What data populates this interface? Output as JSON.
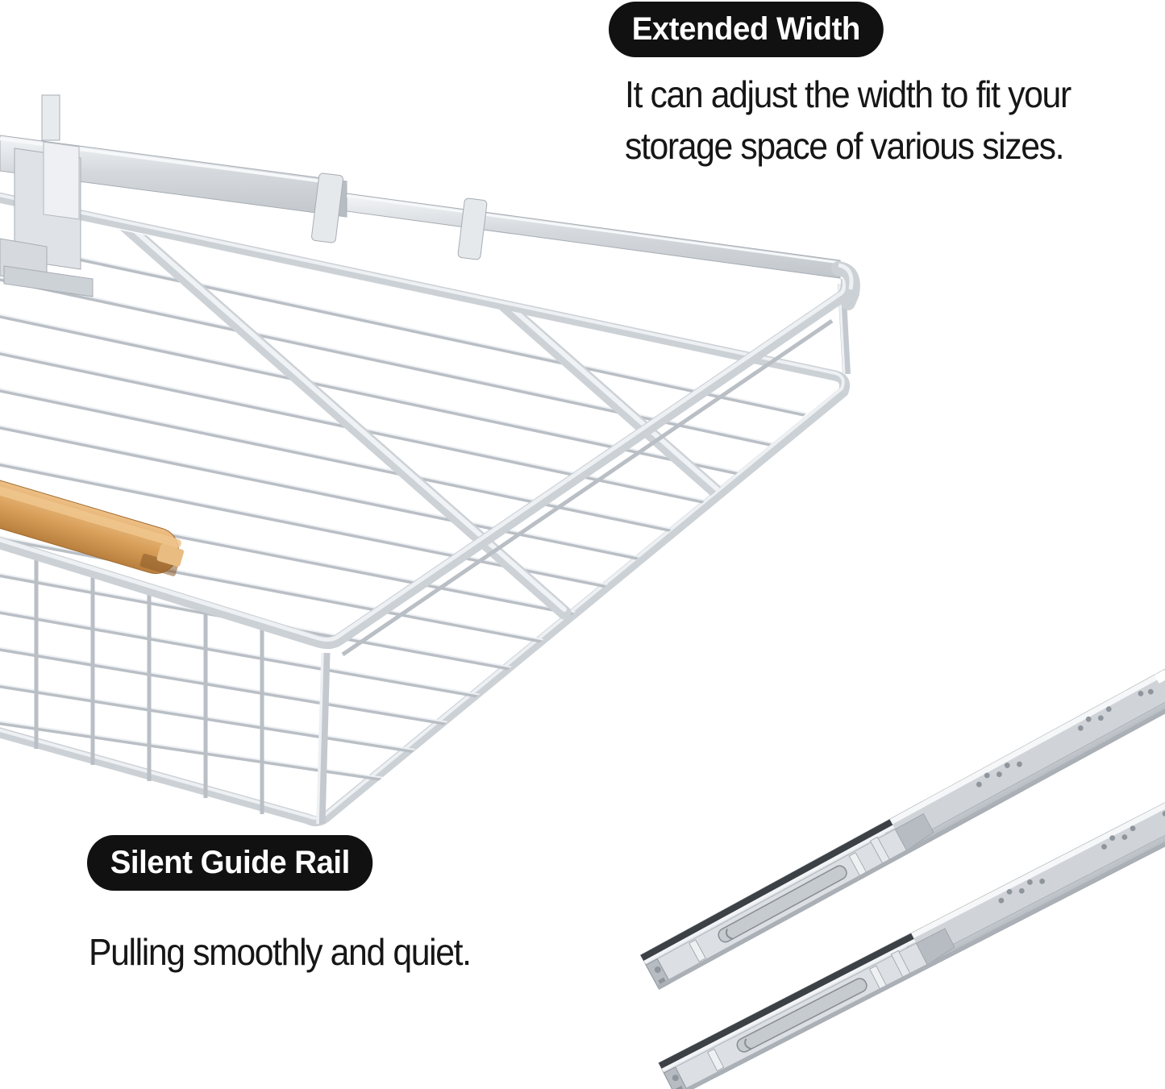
{
  "image_type": "product feature image",
  "colors": {
    "background": "#ffffff",
    "badge_bg": "#111111",
    "badge_text": "#ffffff",
    "body_text": "#161616",
    "metal_light": "#f3f5f7",
    "metal_mid": "#d5d9dd",
    "metal_dark": "#a6adb4",
    "wood_mid": "#d9a05b"
  },
  "callouts": [
    {
      "id": "extended-width",
      "badge": "Extended Width",
      "lines": [
        "It can adjust the width to fit your",
        "storage space of various sizes."
      ]
    },
    {
      "id": "silent-guide-rail",
      "badge": "Silent Guide Rail",
      "lines": [
        "Pulling smoothly and quiet."
      ]
    }
  ],
  "illustrations": [
    {
      "id": "pull-out-basket",
      "label": "pull-out wire basket with wooden handle and extendable back rail"
    },
    {
      "id": "slide-rails",
      "label": "pair of telescopic silent drawer slide rails"
    }
  ]
}
